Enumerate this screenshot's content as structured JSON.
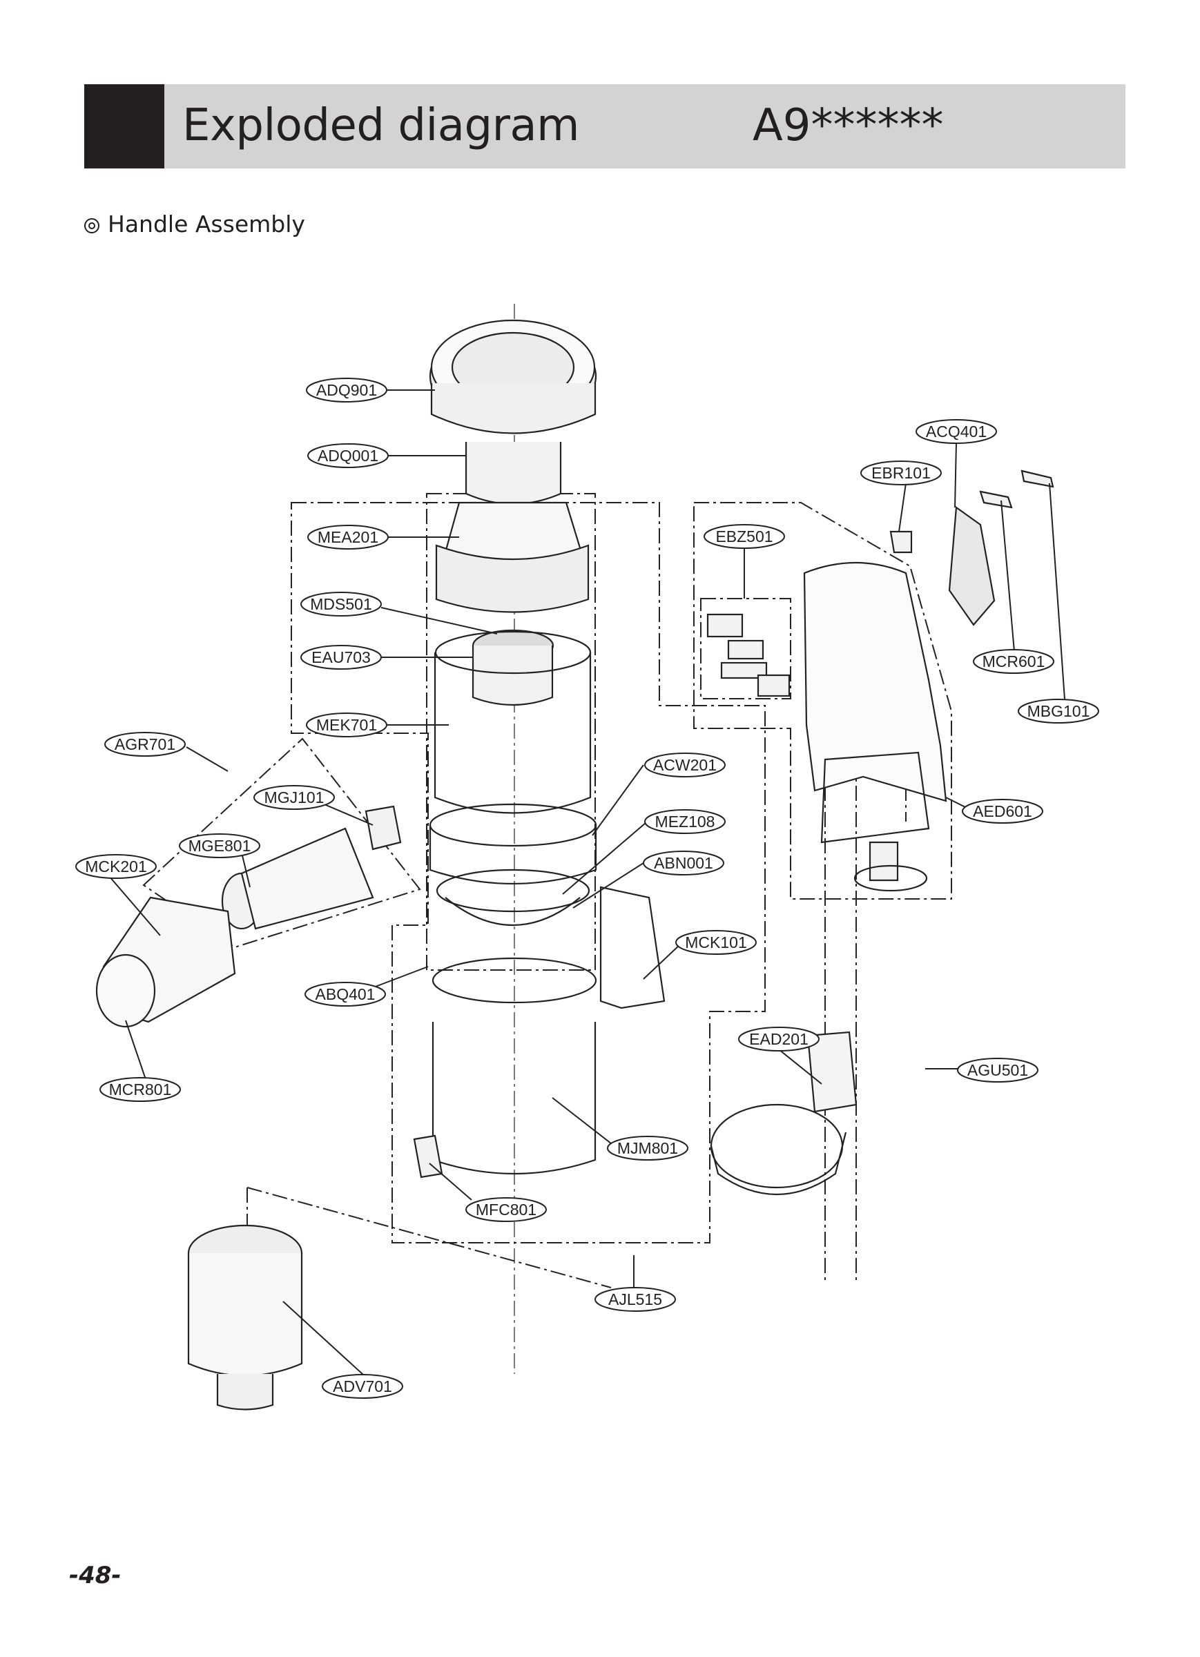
{
  "header": {
    "title": "Exploded diagram",
    "model": "A9******",
    "accent_color": "#231f20",
    "bar_color": "#d3d3d3"
  },
  "section": {
    "title": "Handle Assembly"
  },
  "part_labels": [
    "ADQ901",
    "ADQ001",
    "MEA201",
    "MDS501",
    "EAU703",
    "MEK701",
    "AGR701",
    "MGJ101",
    "MGE801",
    "MCK201",
    "MCR801",
    "ABQ401",
    "ACW201",
    "MEZ108",
    "ABN001",
    "MCK101",
    "MJM801",
    "MFC801",
    "AJL515",
    "ADV701",
    "ACQ401",
    "EBR101",
    "EBZ501",
    "MCR601",
    "MBG101",
    "AED601",
    "EAD201",
    "AGU501"
  ],
  "page_number": "-48-"
}
